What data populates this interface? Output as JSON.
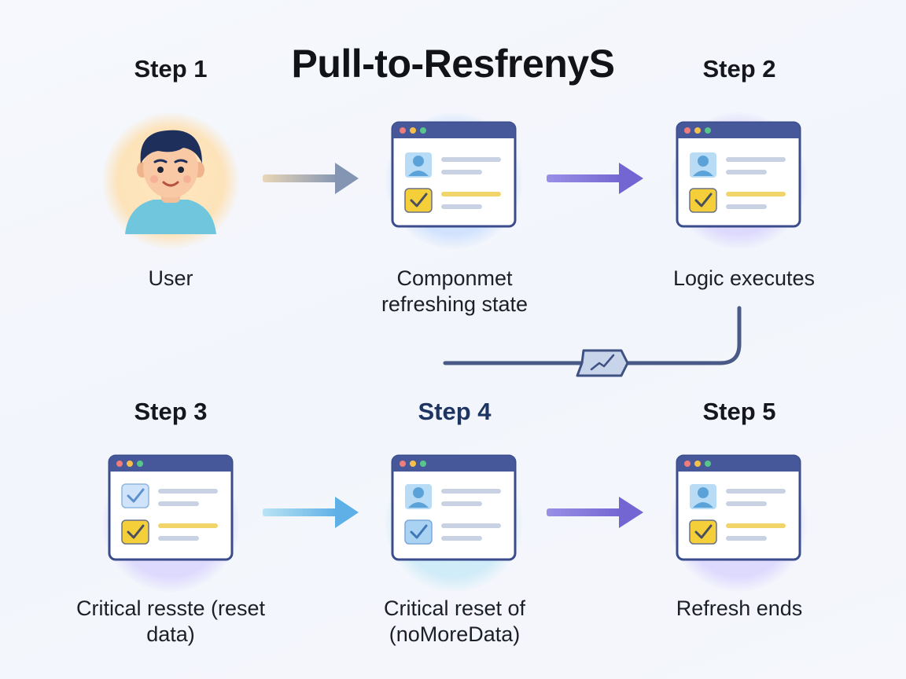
{
  "title": "Pull-to-ResfrenyS",
  "steps": [
    {
      "label": "Step 1",
      "caption_lines": [
        "User"
      ]
    },
    {
      "label": "Step 2",
      "caption_lines": [
        "Logic executes"
      ]
    },
    {
      "label": "Step 3",
      "caption_lines": [
        "Critical resste (reset",
        "data)"
      ]
    },
    {
      "label": "Step 4",
      "caption_lines": [
        "Critical reset of",
        "(noMoreData)"
      ]
    },
    {
      "label": "Step 5",
      "caption_lines": [
        "Refresh ends"
      ]
    }
  ],
  "component_caption_lines": [
    "Componmet",
    "refreshing state"
  ],
  "colors": {
    "window_border": "#3b4c8c",
    "titlebar": "#46579a",
    "arrow_gray": "#8e9cb6",
    "arrow_purple": "#7d6fd6",
    "arrow_blue": "#6ab6e6",
    "connector": "#4a5a86",
    "check_yellow": "#f5cf3a",
    "check_blue": "#7fb2ea"
  },
  "icons": [
    "user-avatar-icon",
    "browser-window-icon",
    "checkbox-icon",
    "profile-icon",
    "connector-chip-icon"
  ]
}
